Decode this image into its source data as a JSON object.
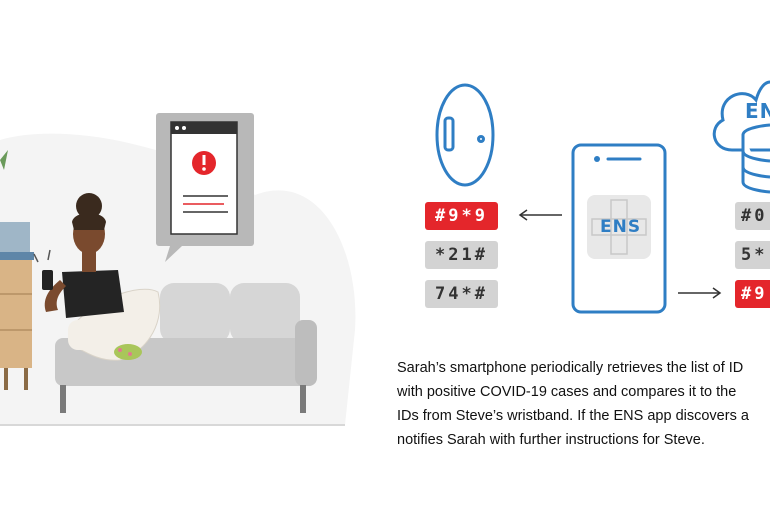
{
  "app_label": "ENS",
  "cloud_label": "ENS",
  "wristband_codes": [
    "#9*9",
    "*21#",
    "74*#"
  ],
  "cloud_codes": [
    "#0",
    "5*",
    "#9"
  ],
  "caption_lines": [
    "Sarah’s smartphone periodically retrieves the list of ID",
    "with positive COVID-19 cases and compares it to the",
    "IDs from Steve’s wristband. If the ENS app discovers a",
    "notifies Sarah with further instructions for Steve."
  ],
  "colors": {
    "accent_blue": "#2f7ec4",
    "alert_red": "#e4262b",
    "code_gray": "#d3d3d3"
  }
}
